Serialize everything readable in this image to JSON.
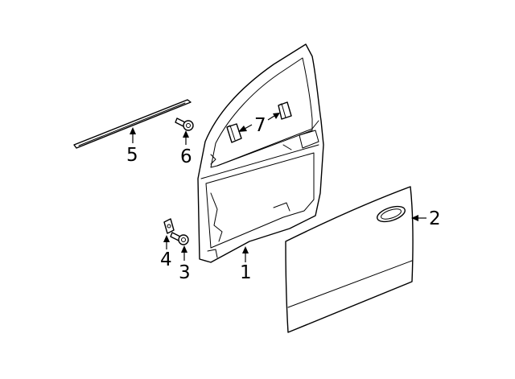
{
  "callouts": {
    "c1": "1",
    "c2": "2",
    "c3": "3",
    "c4": "4",
    "c5": "5",
    "c6": "6",
    "c7": "7"
  },
  "parts": {
    "p1": "door-shell",
    "p2": "outer-skin-panel",
    "p3": "hinge-bolt",
    "p4": "bolt-retainer",
    "p5": "belt-molding",
    "p6": "upper-hinge-bolt",
    "p7": "window-stop-pads"
  },
  "colors": {
    "line": "#000000",
    "background": "#ffffff"
  }
}
